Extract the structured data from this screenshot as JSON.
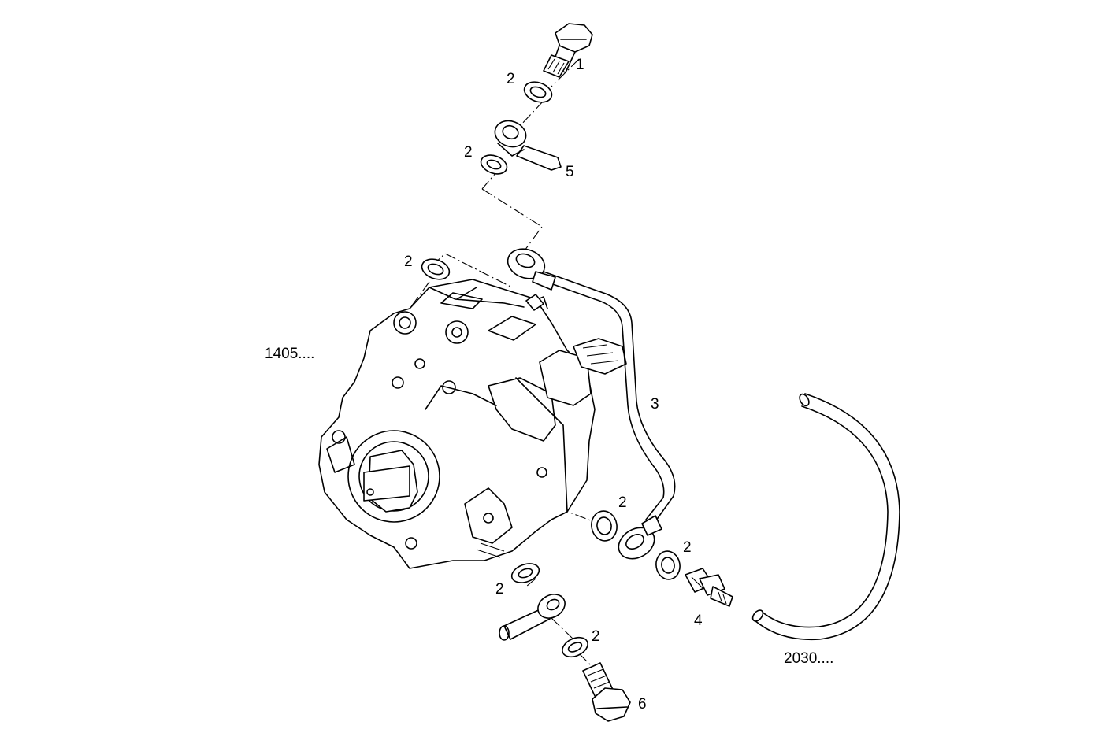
{
  "diagram": {
    "labels": {
      "ref_pump": "1405....",
      "ref_hose": "2030....",
      "part_1": "1",
      "part_2_a": "2",
      "part_2_b": "2",
      "part_2_c": "2",
      "part_2_d": "2",
      "part_2_e": "2",
      "part_2_f": "2",
      "part_2_g": "2",
      "part_3": "3",
      "part_4": "4",
      "part_5": "5",
      "part_6": "6"
    },
    "line_color": "#000000",
    "background": "#ffffff"
  }
}
